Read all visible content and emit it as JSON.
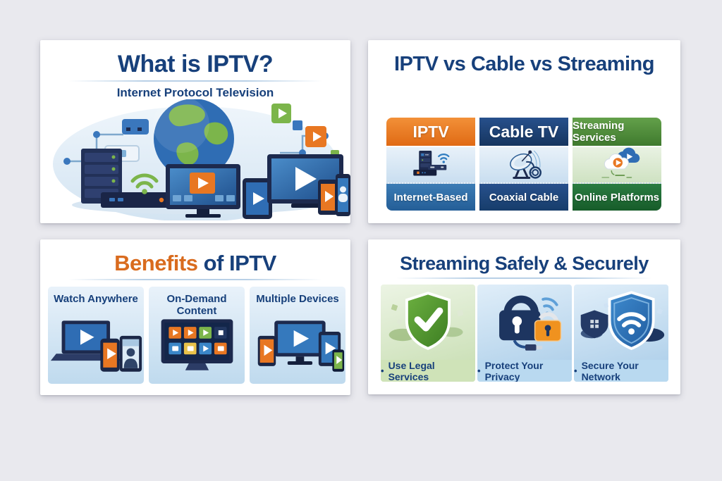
{
  "palette": {
    "pageBg": "#e9e9ee",
    "cardBg": "#ffffff",
    "navy": "#17407b",
    "orange": "#d96b1e",
    "headerOrange": "#e87722",
    "headerNavy": "#1b3a68",
    "headerGreen": "#4e8c3c",
    "footerBlue": "#2e6ca7",
    "footerNavy": "#1d4474",
    "footerGreen": "#1f6b35",
    "iconGreen": "#7cb54b",
    "iconBlue": "#2f6db4"
  },
  "cards": {
    "intro": {
      "title": "What is IPTV?",
      "subtitle": "Internet Protocol Television",
      "illustration": "globe-devices-illustration"
    },
    "comparison": {
      "title": "IPTV vs Cable vs Streaming",
      "columns": [
        {
          "header": "IPTV",
          "footer": "Internet-Based",
          "icon": "server-wifi-icon"
        },
        {
          "header": "Cable TV",
          "footer": "Coaxial Cable",
          "icon": "satellite-dish-icon"
        },
        {
          "header": "Streaming Services",
          "footer": "Online Platforms",
          "icon": "cloud-play-icon"
        }
      ]
    },
    "benefits": {
      "title_accent": "Benefits",
      "title_rest": "of IPTV",
      "columns": [
        {
          "header": "Watch Anywhere",
          "icon": "laptop-phone-tablet-icon"
        },
        {
          "header": "On-Demand Content",
          "icon": "smart-tv-apps-icon"
        },
        {
          "header": "Multiple Devices",
          "icon": "multi-device-icon"
        }
      ]
    },
    "safety": {
      "title": "Streaming Safely & Securely",
      "panels": [
        {
          "bullet": "•",
          "label": "Use Legal Services",
          "icon": "shield-check-icon"
        },
        {
          "bullet": "•",
          "label": "Protect Your Privacy",
          "icon": "padlock-icon"
        },
        {
          "bullet": "•",
          "label": "Secure Your Network",
          "icon": "shield-wifi-icon"
        }
      ]
    }
  }
}
